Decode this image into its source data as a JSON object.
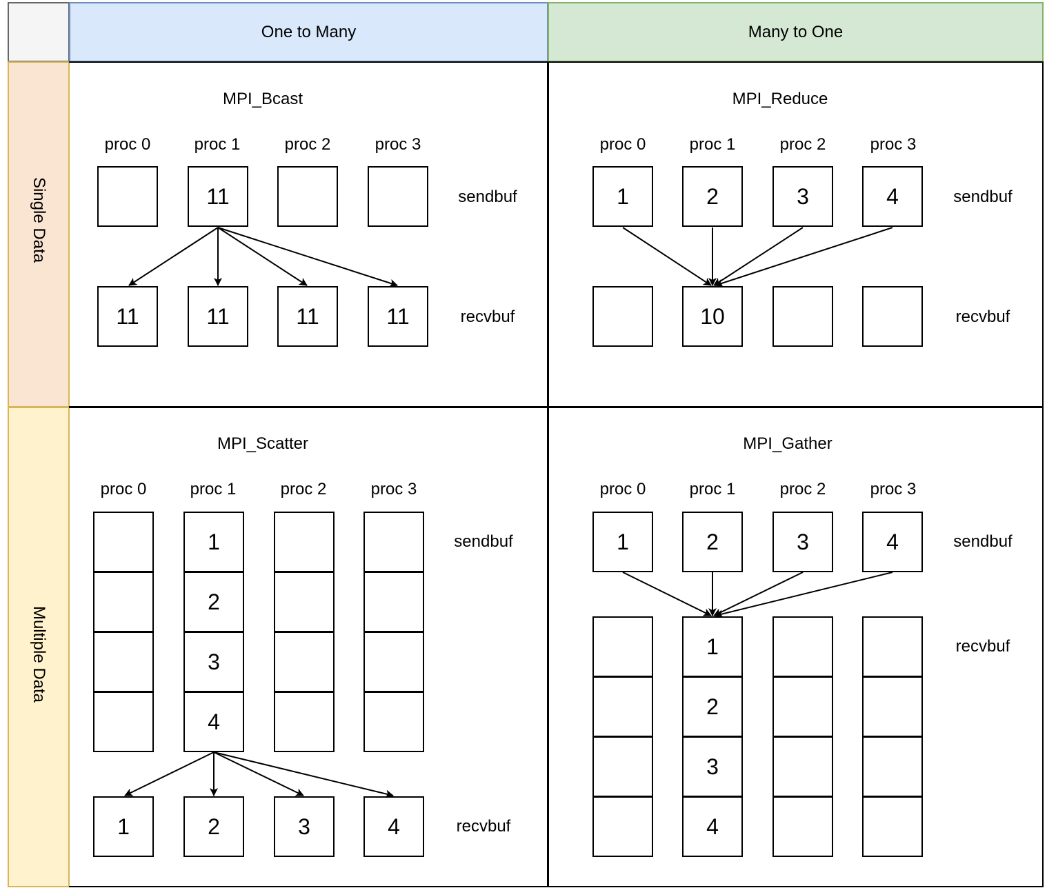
{
  "columns": {
    "one_to_many": "One to Many",
    "many_to_one": "Many to One"
  },
  "rows": {
    "single": "Single Data",
    "multiple": "Multiple Data"
  },
  "colors": {
    "corner_fill": "#f5f5f5",
    "corner_border": "#666666",
    "col1_fill": "#dae8fc",
    "col1_border": "#6c8ebf",
    "col2_fill": "#d5e8d4",
    "col2_border": "#82b366",
    "row1_fill": "#fae5d3",
    "row1_border": "#d6b656",
    "row2_fill": "#fff2cc",
    "row2_border": "#d6b656"
  },
  "labels": {
    "sendbuf": "sendbuf",
    "recvbuf": "recvbuf"
  },
  "procs": [
    "proc 0",
    "proc 1",
    "proc 2",
    "proc 3"
  ],
  "bcast": {
    "title": "MPI_Bcast",
    "send": [
      "",
      "11",
      "",
      ""
    ],
    "recv": [
      "11",
      "11",
      "11",
      "11"
    ]
  },
  "reduce": {
    "title": "MPI_Reduce",
    "send": [
      "1",
      "2",
      "3",
      "4"
    ],
    "recv": [
      "",
      "10",
      "",
      ""
    ]
  },
  "scatter": {
    "title": "MPI_Scatter",
    "send": [
      [
        "",
        "",
        "",
        ""
      ],
      [
        "1",
        "2",
        "3",
        "4"
      ],
      [
        "",
        "",
        "",
        ""
      ],
      [
        "",
        "",
        "",
        ""
      ]
    ],
    "recv": [
      "1",
      "2",
      "3",
      "4"
    ]
  },
  "gather": {
    "title": "MPI_Gather",
    "send": [
      "1",
      "2",
      "3",
      "4"
    ],
    "recv": [
      [
        "",
        "",
        "",
        ""
      ],
      [
        "1",
        "2",
        "3",
        "4"
      ],
      [
        "",
        "",
        "",
        ""
      ],
      [
        "",
        "",
        "",
        ""
      ]
    ]
  }
}
